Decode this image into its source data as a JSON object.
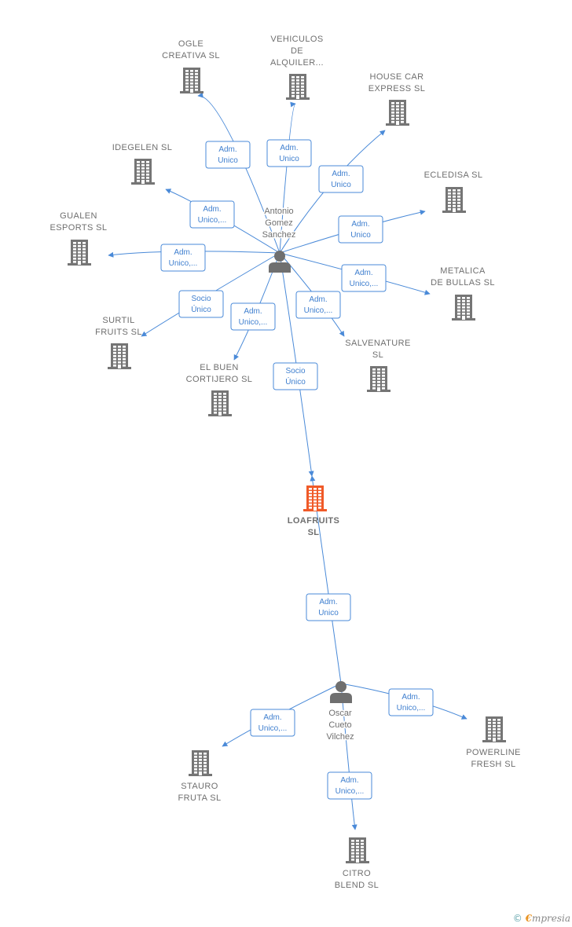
{
  "colors": {
    "edge": "#4a8ad8",
    "company": "#757575",
    "focus": "#f05a28",
    "person": "#6f6f6f"
  },
  "persons": [
    {
      "id": "antonio",
      "name_lines": [
        "Antonio",
        "Gomez",
        "Sanchez"
      ]
    },
    {
      "id": "oscar",
      "name_lines": [
        "Oscar",
        "Cueto",
        "Vilchez"
      ]
    }
  ],
  "companies": [
    {
      "id": "loafruits",
      "name_lines": [
        "LOAFRUITS",
        "SL"
      ],
      "focus": true
    },
    {
      "id": "ogle",
      "name_lines": [
        "OGLE",
        "CREATIVA SL"
      ]
    },
    {
      "id": "vehiculos",
      "name_lines": [
        "VEHICULOS",
        "DE",
        "ALQUILER..."
      ]
    },
    {
      "id": "housecar",
      "name_lines": [
        "HOUSE CAR",
        "EXPRESS SL"
      ]
    },
    {
      "id": "idegelen",
      "name_lines": [
        "IDEGELEN  SL"
      ]
    },
    {
      "id": "ecledisa",
      "name_lines": [
        "ECLEDISA SL"
      ]
    },
    {
      "id": "gualen",
      "name_lines": [
        "GUALEN",
        "ESPORTS  SL"
      ]
    },
    {
      "id": "metalica",
      "name_lines": [
        "METALICA",
        "DE BULLAS  SL"
      ]
    },
    {
      "id": "surtil",
      "name_lines": [
        "SURTIL",
        "FRUITS  SL"
      ]
    },
    {
      "id": "salvenature",
      "name_lines": [
        "SALVENATURE",
        "SL"
      ]
    },
    {
      "id": "elbuen",
      "name_lines": [
        "EL BUEN",
        "CORTIJERO SL"
      ]
    },
    {
      "id": "stauro",
      "name_lines": [
        "STAURO",
        "FRUTA  SL"
      ]
    },
    {
      "id": "powerline",
      "name_lines": [
        "POWERLINE",
        "FRESH  SL"
      ]
    },
    {
      "id": "citro",
      "name_lines": [
        "CITRO",
        "BLEND  SL"
      ]
    }
  ],
  "edges": [
    {
      "from": "antonio",
      "to": "ogle",
      "label_lines": [
        "Adm.",
        "Unico"
      ]
    },
    {
      "from": "antonio",
      "to": "vehiculos",
      "label_lines": [
        "Adm.",
        "Unico"
      ]
    },
    {
      "from": "antonio",
      "to": "housecar",
      "label_lines": [
        "Adm.",
        "Unico"
      ]
    },
    {
      "from": "antonio",
      "to": "idegelen",
      "label_lines": [
        "Adm.",
        "Unico,..."
      ]
    },
    {
      "from": "antonio",
      "to": "ecledisa",
      "label_lines": [
        "Adm.",
        "Unico"
      ]
    },
    {
      "from": "antonio",
      "to": "gualen",
      "label_lines": [
        "Adm.",
        "Unico,..."
      ]
    },
    {
      "from": "antonio",
      "to": "metalica",
      "label_lines": [
        "Adm.",
        "Unico,..."
      ]
    },
    {
      "from": "antonio",
      "to": "surtil",
      "label_lines": [
        "Socio",
        "Único"
      ]
    },
    {
      "from": "antonio",
      "to": "elbuen",
      "label_lines": [
        "Adm.",
        "Unico,..."
      ]
    },
    {
      "from": "antonio",
      "to": "salvenature",
      "label_lines": [
        "Adm.",
        "Unico,..."
      ]
    },
    {
      "from": "antonio",
      "to": "loafruits",
      "label_lines": [
        "Socio",
        "Único"
      ]
    },
    {
      "from": "oscar",
      "to": "loafruits",
      "label_lines": [
        "Adm.",
        "Unico"
      ]
    },
    {
      "from": "oscar",
      "to": "stauro",
      "label_lines": [
        "Adm.",
        "Unico,..."
      ]
    },
    {
      "from": "oscar",
      "to": "powerline",
      "label_lines": [
        "Adm.",
        "Unico,..."
      ]
    },
    {
      "from": "oscar",
      "to": "citro",
      "label_lines": [
        "Adm.",
        "Unico,..."
      ]
    }
  ],
  "footer": {
    "copyright": "©",
    "brand_initial": "€",
    "brand_rest": "mpresia"
  }
}
